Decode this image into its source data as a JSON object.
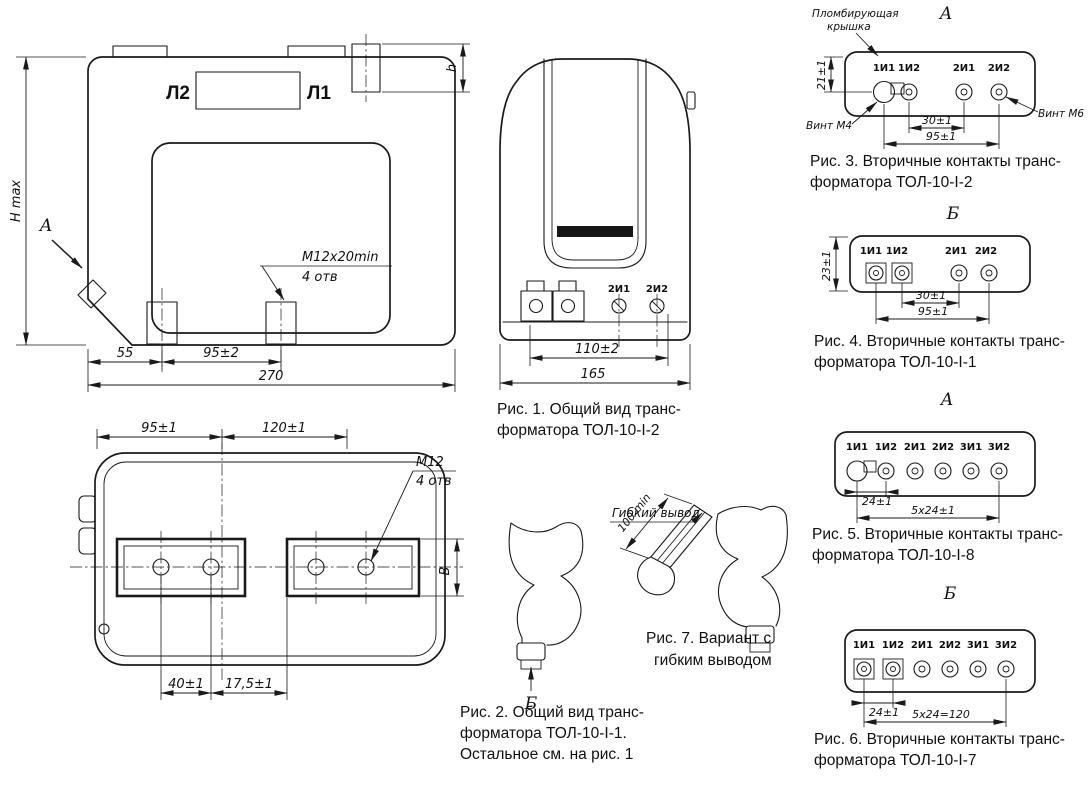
{
  "page": {
    "background": "#ffffff",
    "line_color": "#1a1a1a"
  },
  "fig1_front": {
    "terminal_l2": "Л2",
    "terminal_l1": "Л1",
    "dim_height": "Н max",
    "dim_bolt_height": "h",
    "view_arrow_label": "А",
    "thread_note_line1": "М12х20min",
    "thread_note_line2": "4 отв",
    "dim_55": "55",
    "dim_95": "95±2",
    "dim_270": "270"
  },
  "fig1_side": {
    "contact_2i1": "2И1",
    "contact_2i2": "2И2",
    "dim_110": "110±2",
    "dim_165": "165"
  },
  "fig1_caption": {
    "line1": "Рис. 1. Общий вид транс-",
    "line2": "форматора ТОЛ-10-I-2"
  },
  "fig2_top": {
    "dim_95": "95±1",
    "dim_120": "120±1",
    "thread_note_line1": "М12",
    "thread_note_line2": "4 отв",
    "dim_width_b": "В",
    "dim_40": "40±1",
    "dim_17_5": "17,5±1"
  },
  "fig2_caption": {
    "line1": "Рис. 2. Общий вид транс-",
    "line2": "форматора ТОЛ-10-I-1.",
    "line3": "Остальное см. на рис. 1"
  },
  "view_b_detail": {
    "view_arrow_label": "Б"
  },
  "fig7": {
    "flex_label": "Гибкий вывод",
    "dim_100": "100 min",
    "caption_line1": "Рис. 7. Вариант с",
    "caption_line2": "гибким  выводом"
  },
  "fig3": {
    "view_label": "А",
    "seal_label_line1": "Пломбирующая",
    "seal_label_line2": "крышка",
    "terminals": [
      "1И1",
      "1И2",
      "2И1",
      "2И2"
    ],
    "dim_21": "21±1",
    "screw_left": "Винт М4",
    "screw_right": "Винт М6",
    "dim_30": "30±1",
    "dim_95": "95±1",
    "caption_line1": "Рис. 3. Вторичные контакты транс-",
    "caption_line2": "форматора ТОЛ-10-I-2"
  },
  "fig4": {
    "view_label": "Б",
    "terminals": [
      "1И1",
      "1И2",
      "2И1",
      "2И2"
    ],
    "dim_23": "23±1",
    "dim_30": "30±1",
    "dim_95": "95±1",
    "caption_line1": "Рис. 4. Вторичные контакты транс-",
    "caption_line2": "форматора ТОЛ-10-I-1"
  },
  "fig5": {
    "view_label": "А",
    "terminals": [
      "1И1",
      "1И2",
      "2И1",
      "2И2",
      "3И1",
      "3И2"
    ],
    "dim_24": "24±1",
    "dim_total": "5х24±1",
    "caption_line1": "Рис. 5. Вторичные контакты транс-",
    "caption_line2": "форматора ТОЛ-10-I-8"
  },
  "fig6": {
    "view_label": "Б",
    "terminals": [
      "1И1",
      "1И2",
      "2И1",
      "2И2",
      "3И1",
      "3И2"
    ],
    "dim_24": "24±1",
    "dim_total": "5х24=120",
    "caption_line1": "Рис. 6. Вторичные контакты транс-",
    "caption_line2": "форматора ТОЛ-10-I-7"
  }
}
